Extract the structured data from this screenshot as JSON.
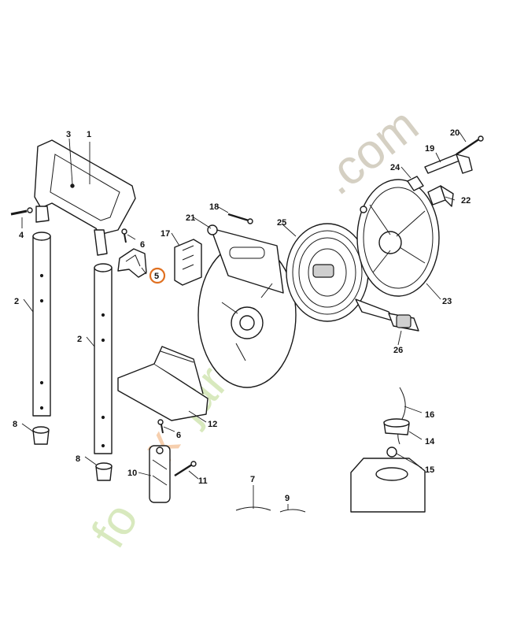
{
  "diagram": {
    "callouts": [
      {
        "id": "c1",
        "text": "1"
      },
      {
        "id": "c2a",
        "text": "2"
      },
      {
        "id": "c2b",
        "text": "2"
      },
      {
        "id": "c3",
        "text": "3"
      },
      {
        "id": "c4",
        "text": "4"
      },
      {
        "id": "c5",
        "text": "5",
        "highlighted": true
      },
      {
        "id": "c6a",
        "text": "6"
      },
      {
        "id": "c6b",
        "text": "6"
      },
      {
        "id": "c7",
        "text": "7"
      },
      {
        "id": "c8a",
        "text": "8"
      },
      {
        "id": "c8b",
        "text": "8"
      },
      {
        "id": "c9",
        "text": "9"
      },
      {
        "id": "c10",
        "text": "10"
      },
      {
        "id": "c11",
        "text": "11"
      },
      {
        "id": "c12",
        "text": "12"
      },
      {
        "id": "c14",
        "text": "14"
      },
      {
        "id": "c15",
        "text": "15"
      },
      {
        "id": "c16",
        "text": "16"
      },
      {
        "id": "c17",
        "text": "17"
      },
      {
        "id": "c18",
        "text": "18"
      },
      {
        "id": "c19",
        "text": "19"
      },
      {
        "id": "c20",
        "text": "20"
      },
      {
        "id": "c21",
        "text": "21"
      },
      {
        "id": "c22",
        "text": "22"
      },
      {
        "id": "c23",
        "text": "23"
      },
      {
        "id": "c24",
        "text": "24"
      },
      {
        "id": "c25",
        "text": "25"
      },
      {
        "id": "c26",
        "text": "26"
      }
    ],
    "highlight_color": "#e07020"
  },
  "watermark": {
    "text": "fox-jardin.com",
    "colors": {
      "main": "#b9d88a",
      "accent": "#f1b07a",
      "tail": "#b3ab93"
    }
  }
}
